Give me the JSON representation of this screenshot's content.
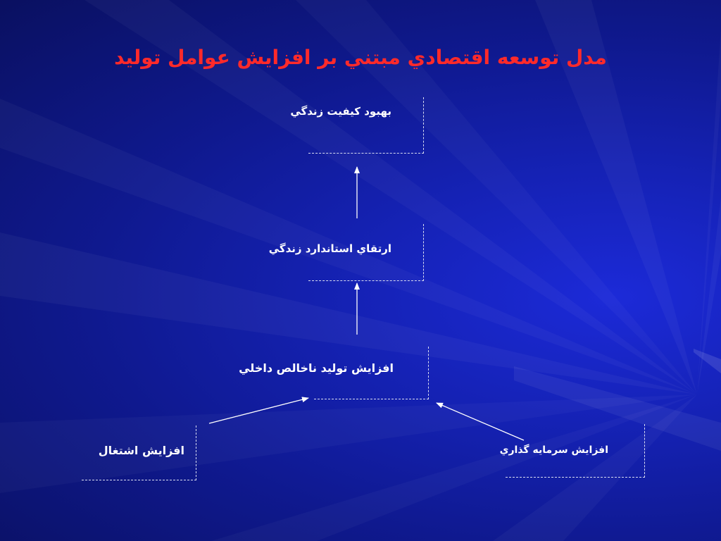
{
  "title": "مدل توسعه اقتصادي مبتني بر افزايش عوامل توليد",
  "nodes": {
    "quality_of_life": "بهبود كيفيت زندگي",
    "living_standard": "ارتقاي استاندارد زندگي",
    "gdp": "افزايش توليد ناخالص داخلي",
    "employment": "افزايش اشتغال",
    "investment": "افزايش سرمايه گذاري"
  },
  "colors": {
    "title": "#ff2a2a",
    "text": "#ffffff",
    "background": "#1320a8"
  }
}
